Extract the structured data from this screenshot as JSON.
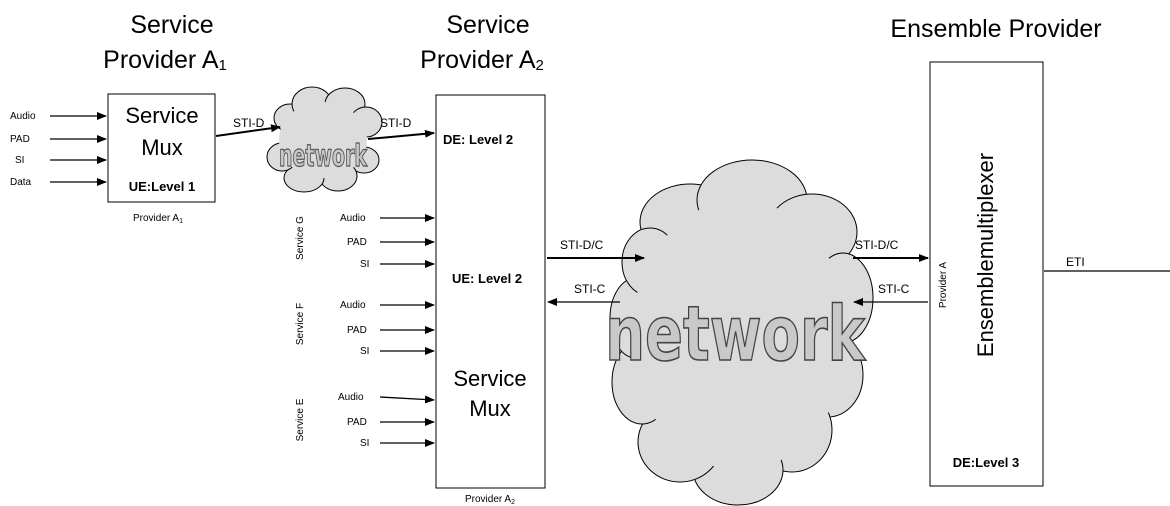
{
  "titles": {
    "provider_a1_line1": "Service",
    "provider_a1_line2": "Provider A",
    "provider_a1_sub": "1",
    "provider_a2_line1": "Service",
    "provider_a2_line2": "Provider A",
    "provider_a2_sub": "2",
    "ensemble_provider": "Ensemble Provider"
  },
  "provider_a1": {
    "mux_line1": "Service",
    "mux_line2": "Mux",
    "level": "UE:Level 1",
    "caption": "Provider A",
    "caption_sub": "1",
    "inputs": [
      "Audio",
      "PAD",
      "SI",
      "Data"
    ]
  },
  "network_small": {
    "label": "network",
    "in_label": "STI-D",
    "out_label": "STI-D"
  },
  "provider_a2": {
    "de_level": "DE: Level 2",
    "ue_level": "UE: Level 2",
    "mux_line1": "Service",
    "mux_line2": "Mux",
    "caption": "Provider A",
    "caption_sub": "2",
    "services": [
      {
        "name": "Service G",
        "inputs": [
          "Audio",
          "PAD",
          "SI"
        ]
      },
      {
        "name": "Service F",
        "inputs": [
          "Audio",
          "PAD",
          "SI"
        ]
      },
      {
        "name": "Service E",
        "inputs": [
          "Audio",
          "PAD",
          "SI"
        ]
      }
    ]
  },
  "network_big": {
    "label": "network",
    "left_out": "STI-D/C",
    "left_in": "STI-C",
    "right_out": "STI-D/C",
    "right_in": "STI-C"
  },
  "ensemble": {
    "name": "Ensemblemultiplexer",
    "provider_a": "Provider A",
    "level": "DE:Level 3",
    "output": "ETI"
  }
}
